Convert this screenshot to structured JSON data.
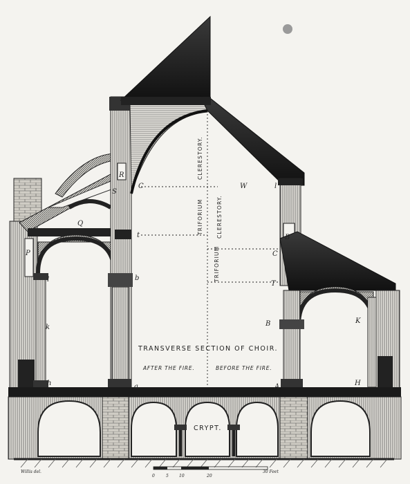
{
  "title": "TRANSVERSE SECTION OF CHOIR.",
  "subtitle_left": "AFTER THE FIRE.",
  "subtitle_right": "BEFORE THE FIRE.",
  "crypt_label": "CRYPT.",
  "vertical_labels": {
    "left_triforium": "TRIFORIUM",
    "left_clerestory": "CLERESTORY.",
    "right_clerestory": "CLERESTORY.",
    "right_triforium": "TRIFORIUM"
  },
  "letters": {
    "Q": "Q",
    "R": "R",
    "S": "S",
    "P": "P",
    "C_left": "C",
    "t_left": "t",
    "l_left": "l",
    "b_left": "b",
    "k_left": "k",
    "h_left": "h",
    "a_left": "a",
    "W": "W",
    "l_right_top": "l",
    "B_upper": "B",
    "C_right": "C",
    "T": "T",
    "B_lower": "B",
    "K": "K",
    "A": "A",
    "H": "H"
  },
  "scale": {
    "ticks": [
      "0",
      "5",
      "10",
      "20"
    ],
    "unit": "30 Feet"
  },
  "signature": "Willis del."
}
